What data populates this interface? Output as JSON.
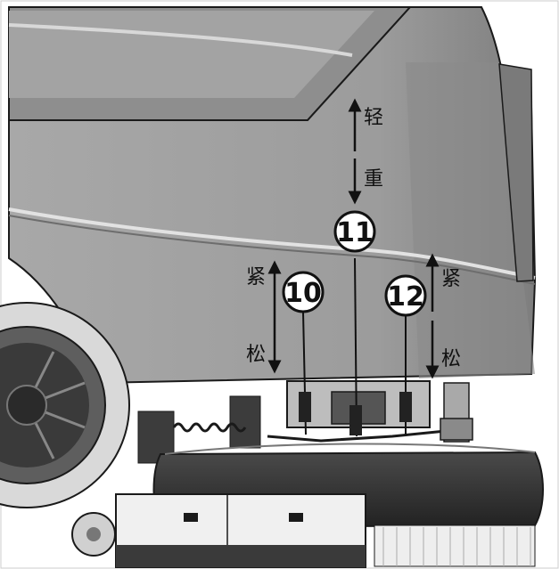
{
  "callouts": [
    {
      "number": "11",
      "name": "center-adjust-screw"
    },
    {
      "number": "10",
      "name": "left-adjust-screw"
    },
    {
      "number": "12",
      "name": "right-adjust-screw"
    }
  ],
  "labels": {
    "light": "轻",
    "heavy": "重",
    "tight_left": "紧",
    "loose_left": "松",
    "tight_right": "紧",
    "loose_right": "松"
  },
  "colors": {
    "body": "#9a9a9a",
    "body_dark": "#6d6d6d",
    "body_light": "#c6c6c6",
    "outline": "#1a1a1a",
    "brush_deck": "#2f2f2f"
  }
}
